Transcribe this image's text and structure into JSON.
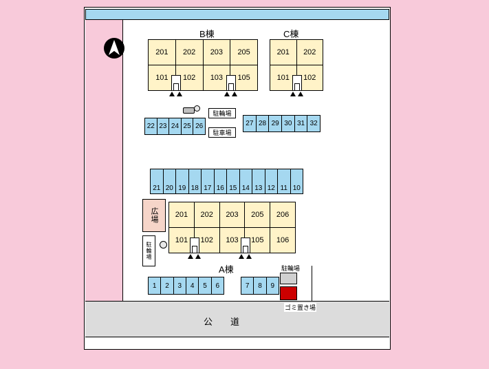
{
  "colors": {
    "background_pink": "#F8CADA",
    "top_strip_blue": "#A5D8F0",
    "parking_blue": "#A5D8F0",
    "building_cream": "#FFF3C8",
    "plaza_peach": "#F6D5C9",
    "road_gray": "#DCDCDC",
    "garbage_red": "#CC0000"
  },
  "buildings": {
    "b": {
      "name": "B棟",
      "top": [
        "201",
        "202",
        "203",
        "205"
      ],
      "bottom": [
        "101",
        "102",
        "103",
        "105"
      ]
    },
    "c": {
      "name": "C棟",
      "top": [
        "201",
        "202"
      ],
      "bottom": [
        "101",
        "102"
      ]
    },
    "a": {
      "name": "A棟",
      "top": [
        "201",
        "202",
        "203",
        "205",
        "206"
      ],
      "bottom": [
        "101",
        "102",
        "103",
        "105",
        "106"
      ]
    }
  },
  "parking": {
    "row_22_26": [
      "22",
      "23",
      "24",
      "25",
      "26"
    ],
    "row_27_32": [
      "27",
      "28",
      "29",
      "30",
      "31",
      "32"
    ],
    "row_21_10": [
      "21",
      "20",
      "19",
      "18",
      "17",
      "16",
      "15",
      "14",
      "13",
      "12",
      "11",
      "10"
    ],
    "row_1_6": [
      "1",
      "2",
      "3",
      "4",
      "5",
      "6"
    ],
    "row_7_9": [
      "7",
      "8",
      "9"
    ]
  },
  "labels": {
    "bicycle_parking_top": "駐輪場",
    "car_parking": "駐車場",
    "plaza": "広場",
    "bicycle_parking_left": "駐輪場",
    "bicycle_parking_right": "駐輪場",
    "garbage_area": "ゴミ置き場",
    "public_road": "公　　道"
  },
  "icons": {
    "compass": "north-arrow",
    "scooter": "scooter-shelter",
    "bicycle": "bicycle-spot"
  }
}
